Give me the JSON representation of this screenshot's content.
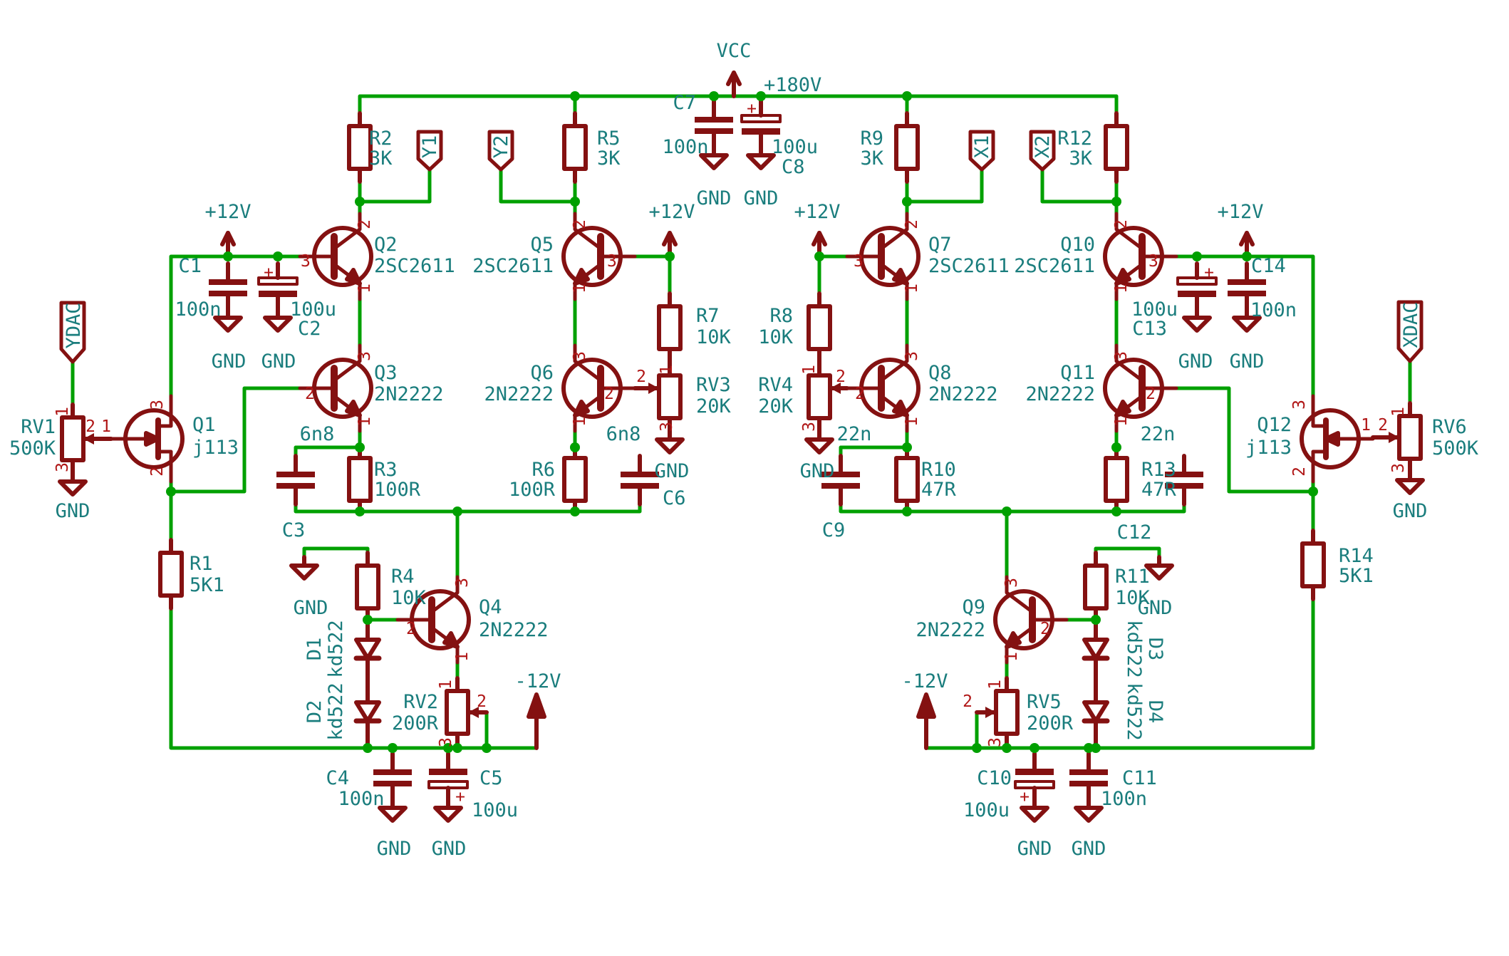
{
  "schematic": {
    "colors": {
      "wire": "#00A000",
      "symbol": "#841111",
      "label": "#1A7D7D",
      "pin_number": "#B01616",
      "background": "#FFFFFF"
    },
    "power": {
      "vcc": "VCC",
      "hv": "+180V",
      "p12": "+12V",
      "n12": "-12V",
      "gnd": "GND"
    },
    "flags": {
      "y1": "Y1",
      "y2": "Y2",
      "x1": "X1",
      "x2": "X2",
      "ydac": "YDAC",
      "xdac": "XDAC"
    },
    "pins": {
      "n1": "1",
      "n2": "2",
      "n3": "3",
      "plus": "+"
    },
    "resistors": {
      "R1": {
        "ref": "R1",
        "value": "5K1"
      },
      "R2": {
        "ref": "R2",
        "value": "3K"
      },
      "R3": {
        "ref": "R3",
        "value": "100R"
      },
      "R4": {
        "ref": "R4",
        "value": "10K"
      },
      "R5": {
        "ref": "R5",
        "value": "3K"
      },
      "R6": {
        "ref": "R6",
        "value": "100R"
      },
      "R7": {
        "ref": "R7",
        "value": "10K"
      },
      "R8": {
        "ref": "R8",
        "value": "10K"
      },
      "R9": {
        "ref": "R9",
        "value": "3K"
      },
      "R10": {
        "ref": "R10",
        "value": "47R"
      },
      "R11": {
        "ref": "R11",
        "value": "10K"
      },
      "R12": {
        "ref": "R12",
        "value": "3K"
      },
      "R13": {
        "ref": "R13",
        "value": "47R"
      },
      "R14": {
        "ref": "R14",
        "value": "5K1"
      }
    },
    "capacitors": {
      "C1": {
        "ref": "C1",
        "value": "100n"
      },
      "C2": {
        "ref": "C2",
        "value": "100u"
      },
      "C3": {
        "ref": "C3",
        "value": "6n8"
      },
      "C4": {
        "ref": "C4",
        "value": "100n"
      },
      "C5": {
        "ref": "C5",
        "value": "100u"
      },
      "C6": {
        "ref": "C6",
        "value": "6n8"
      },
      "C7": {
        "ref": "C7",
        "value": "100n"
      },
      "C8": {
        "ref": "C8",
        "value": "100u"
      },
      "C9": {
        "ref": "C9",
        "value": "22n"
      },
      "C10": {
        "ref": "C10",
        "value": "100u"
      },
      "C11": {
        "ref": "C11",
        "value": "100n"
      },
      "C12": {
        "ref": "C12",
        "value": "22n"
      },
      "C13": {
        "ref": "C13",
        "value": "100u"
      },
      "C14": {
        "ref": "C14",
        "value": "100n"
      }
    },
    "pots": {
      "RV1": {
        "ref": "RV1",
        "value": "500K"
      },
      "RV2": {
        "ref": "RV2",
        "value": "200R"
      },
      "RV3": {
        "ref": "RV3",
        "value": "20K"
      },
      "RV4": {
        "ref": "RV4",
        "value": "20K"
      },
      "RV5": {
        "ref": "RV5",
        "value": "200R"
      },
      "RV6": {
        "ref": "RV6",
        "value": "500K"
      }
    },
    "diodes": {
      "D1": {
        "ref": "D1",
        "value": "kd522"
      },
      "D2": {
        "ref": "D2",
        "value": "kd522"
      },
      "D3": {
        "ref": "D3",
        "value": "kd522"
      },
      "D4": {
        "ref": "D4",
        "value": "kd522"
      }
    },
    "transistors": {
      "Q1": {
        "ref": "Q1",
        "value": "j113"
      },
      "Q2": {
        "ref": "Q2",
        "value": "2SC2611"
      },
      "Q3": {
        "ref": "Q3",
        "value": "2N2222"
      },
      "Q4": {
        "ref": "Q4",
        "value": "2N2222"
      },
      "Q5": {
        "ref": "Q5",
        "value": "2SC2611"
      },
      "Q6": {
        "ref": "Q6",
        "value": "2N2222"
      },
      "Q7": {
        "ref": "Q7",
        "value": "2SC2611"
      },
      "Q8": {
        "ref": "Q8",
        "value": "2N2222"
      },
      "Q9": {
        "ref": "Q9",
        "value": "2N2222"
      },
      "Q10": {
        "ref": "Q10",
        "value": "2SC2611"
      },
      "Q11": {
        "ref": "Q11",
        "value": "2N2222"
      },
      "Q12": {
        "ref": "Q12",
        "value": "j113"
      }
    }
  }
}
